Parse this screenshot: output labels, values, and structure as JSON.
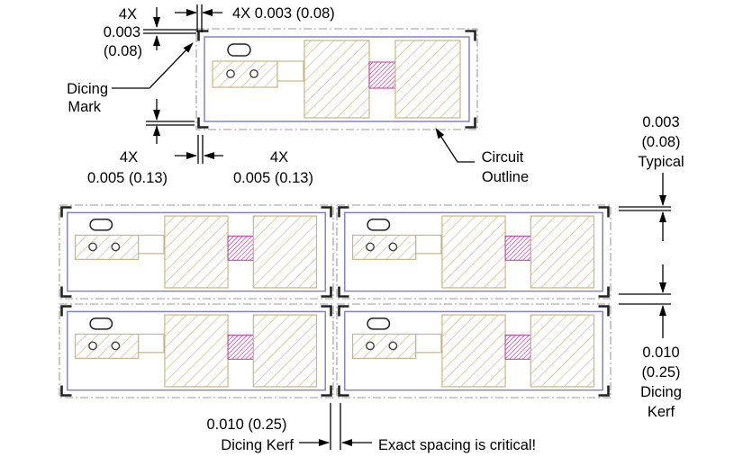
{
  "colors": {
    "line": "#000000",
    "circuit_outline": "#7b7bc8",
    "pad_hatch": "#c9b680",
    "resistor_hatch": "#c0389a",
    "gray_outline": "#9a9a9a"
  },
  "labels": {
    "top_4x": "4X",
    "top_0003": "0.003",
    "top_008": "(0.08)",
    "top_right_4x": "4X 0.003 (0.08)",
    "dicing_mark_1": "Dicing",
    "dicing_mark_2": "Mark",
    "left_4x": "4X",
    "left_0005": "0.005 (0.13)",
    "right_4x": "4X",
    "right_0005": "0.005 (0.13)",
    "circuit_1": "Circuit",
    "circuit_2": "Outline",
    "typ_1": "0.003",
    "typ_2": "(0.08)",
    "typ_3": "Typical",
    "kerf_r_1": "0.010",
    "kerf_r_2": "(0.25)",
    "kerf_r_3": "Dicing",
    "kerf_r_4": "Kerf",
    "kerf_b_1": "0.010 (0.25)",
    "kerf_b_2": "Dicing Kerf",
    "exact": "Exact spacing is critical!"
  }
}
